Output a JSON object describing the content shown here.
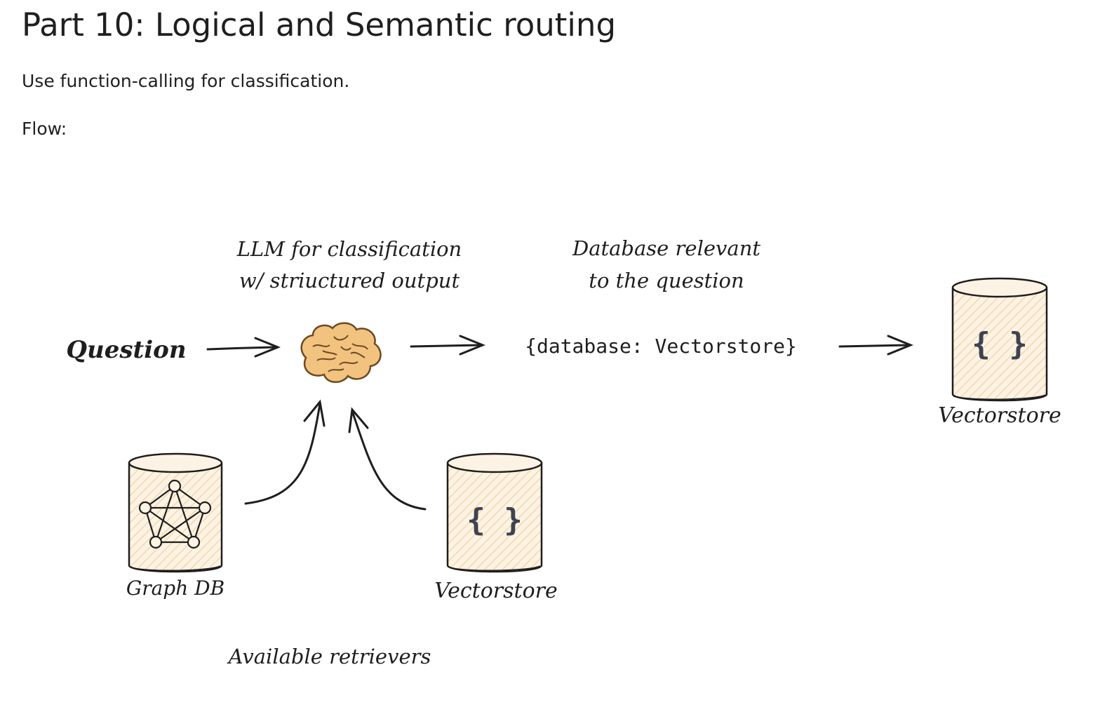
{
  "page": {
    "title": "Part 10: Logical and Semantic routing",
    "intro": "Use function-calling for classification.",
    "flow_label": "Flow:"
  },
  "diagram": {
    "llm_note_line1": "LLM for classification",
    "llm_note_line2": "w/ striuctured output",
    "db_note_line1": "Database relevant",
    "db_note_line2": "to the question",
    "question_label": "Question",
    "output_json": "{database: Vectorstore}",
    "braces_symbol": "{ }",
    "target_store_label": "Vectorstore",
    "graph_db_label": "Graph DB",
    "retriever_store_label": "Vectorstore",
    "retrievers_caption": "Available retrievers"
  },
  "colors": {
    "ink": "#1e1e1e",
    "cylinder_fill": "#fdf3e4",
    "hatch": "#f4d7ab",
    "brain_fill": "#f2c27f",
    "brain_stroke": "#6b4a24"
  },
  "icons": {
    "brain": "brain-icon",
    "cylinder": "database-cylinder-icon",
    "graph": "graph-network-icon"
  }
}
